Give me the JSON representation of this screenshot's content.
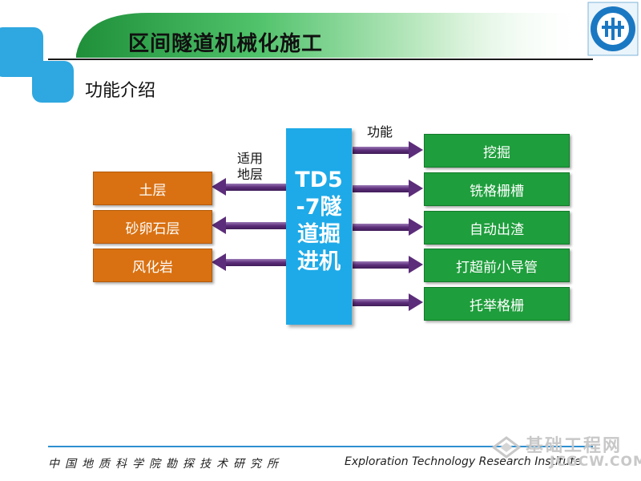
{
  "header": {
    "title": "区间隧道机械化施工",
    "subtitle": "功能介绍"
  },
  "diagram": {
    "center": [
      "TD5",
      "-7隧",
      "道掘",
      "进机"
    ],
    "left_label": [
      "适用",
      "地层"
    ],
    "right_label": "功能",
    "left_items": [
      "土层",
      "砂卵石层",
      "风化岩"
    ],
    "right_items": [
      "挖掘",
      "铣格栅槽",
      "自动出渣",
      "打超前小导管",
      "托举格栅"
    ]
  },
  "footer": {
    "institute_cn": "中国地质科学院勘探技术研究所",
    "institute_en": "Exploration Technology Research Institute"
  },
  "watermark": {
    "text": "基础工程网",
    "url": "JCGCW.COM"
  },
  "colors": {
    "orange": "#d97112",
    "green": "#1e9e3c",
    "blue": "#1eaae8",
    "arrow": "#5c2d7a"
  }
}
